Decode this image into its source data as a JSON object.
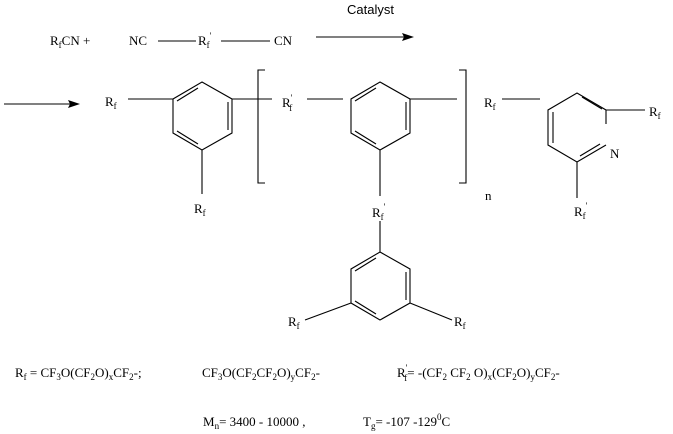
{
  "reaction": {
    "catalyst_label": "Catalyst",
    "reagent_1": {
      "base": "R",
      "sub": "f",
      "tail": "CN +"
    },
    "reagent_2": {
      "prefix": "NC",
      "base": "R",
      "sub": "f",
      "sup": "'",
      "suffix": "CN"
    }
  },
  "structure": {
    "left_ring_top": {
      "base": "R",
      "sub": "f"
    },
    "left_ring_bottom": {
      "base": "R",
      "sub": "f"
    },
    "bracket_left_label": {
      "base": "R",
      "sup": "'",
      "sub": "f"
    },
    "bracket_right_label": {
      "base": "R",
      "sub": "f"
    },
    "repeat_n": "n",
    "middle_link": {
      "base": "R",
      "sub": "f",
      "sup": "'"
    },
    "pyridine_n": "N",
    "pyridine_right": {
      "base": "R",
      "sub": "f"
    },
    "pyridine_bottom": {
      "base": "R",
      "sub": "f",
      "sup": "'"
    },
    "lower_ring_left": {
      "base": "R",
      "sub": "f"
    },
    "lower_ring_right": {
      "base": "R",
      "sub": "f"
    }
  },
  "definitions": {
    "rf": {
      "lhs": "R",
      "lhs_sub": "f",
      "eq": " = ",
      "part1": "CF",
      "s1": "3",
      "part2": "O(CF",
      "s2": "2",
      "part3": "O)",
      "s3": "x",
      "part4": "CF",
      "s4": "2",
      "part5": "-;"
    },
    "rf_alt": {
      "part1": "CF",
      "s1": "3",
      "part2": "O(CF",
      "s2": "2",
      "part3": "CF",
      "s3": "2",
      "part4": "O)",
      "s4": "y",
      "part5": "CF",
      "s5": "2",
      "part6": "-"
    },
    "rfp": {
      "lhs": "R",
      "lhs_sup": "'",
      "lhs_sub": "f",
      "eq": "= -(CF",
      "s1": "2",
      "p2": " CF",
      "s2": "2",
      "p3": " O)",
      "s3": "x",
      "p4": "(CF",
      "s4": "2",
      "p5": "O)",
      "s5": "y",
      "p6": "CF",
      "s6": "2",
      "p7": "-"
    },
    "mn": {
      "lhs": "M",
      "lhs_sub": "n",
      "rhs": "= 3400 - 10000 ,"
    },
    "tg": {
      "lhs": "T",
      "lhs_sub": "g",
      "rhs": "= -107 -129",
      "sup": "0",
      "unit": "C"
    }
  }
}
